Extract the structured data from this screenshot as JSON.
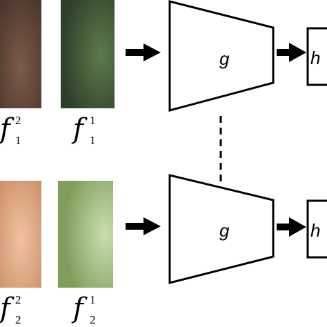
{
  "diagram": {
    "top_row": {
      "patches": [
        {
          "symbol": "f",
          "superscript": "2",
          "subscript": "1",
          "color_center": "#7e5a49",
          "color_edge": "#4a362c"
        },
        {
          "symbol": "f",
          "superscript": "1",
          "subscript": "1",
          "color_center": "#5d7a4c",
          "color_edge": "#2e3f2a"
        }
      ],
      "encoder_label": "g",
      "head_label": "h"
    },
    "bottom_row": {
      "patches": [
        {
          "symbol": "f",
          "superscript": "2",
          "subscript": "2",
          "color_center": "#f0c3a2",
          "color_edge": "#cc8e67"
        },
        {
          "symbol": "f",
          "superscript": "1",
          "subscript": "2",
          "color_center": "#c9dfae",
          "color_edge": "#7f9d5c"
        }
      ],
      "encoder_label": "g",
      "head_label": "h"
    },
    "shared_weights_link": "dashed"
  }
}
